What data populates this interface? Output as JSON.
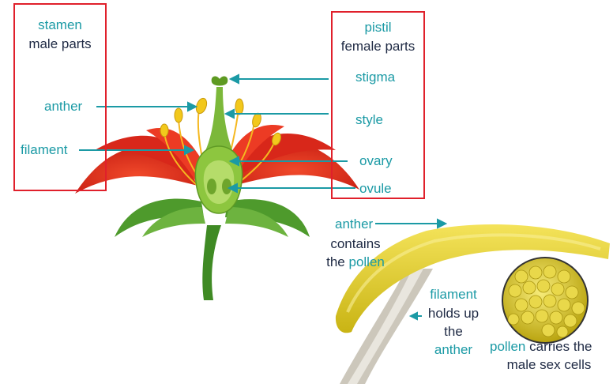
{
  "stamen_box": {
    "title": "stamen",
    "subtitle": "male parts"
  },
  "pistil_box": {
    "title": "pistil",
    "subtitle": "female parts"
  },
  "labels": {
    "anther": "anther",
    "filament": "filament",
    "stigma": "stigma",
    "style": "style",
    "ovary": "ovary",
    "ovule": "ovule"
  },
  "closeup": {
    "anther_label": "anther",
    "anther_desc_1": "contains",
    "anther_desc_2": "the",
    "anther_desc_pollen": "pollen",
    "filament_label": "filament",
    "filament_desc_1": "holds up",
    "filament_desc_2": "the",
    "filament_desc_3": "anther",
    "pollen_label": "pollen",
    "pollen_desc_1": "carries the",
    "pollen_desc_2": "male sex cells"
  },
  "colors": {
    "teal": "#1b9aa5",
    "navy": "#1f2a44",
    "box_red": "#e0202b",
    "petal_red": "#e32b1e",
    "leaf_green": "#4e9a2c",
    "pistil_green": "#8dc63f",
    "anther_yellow": "#f2c81c"
  }
}
